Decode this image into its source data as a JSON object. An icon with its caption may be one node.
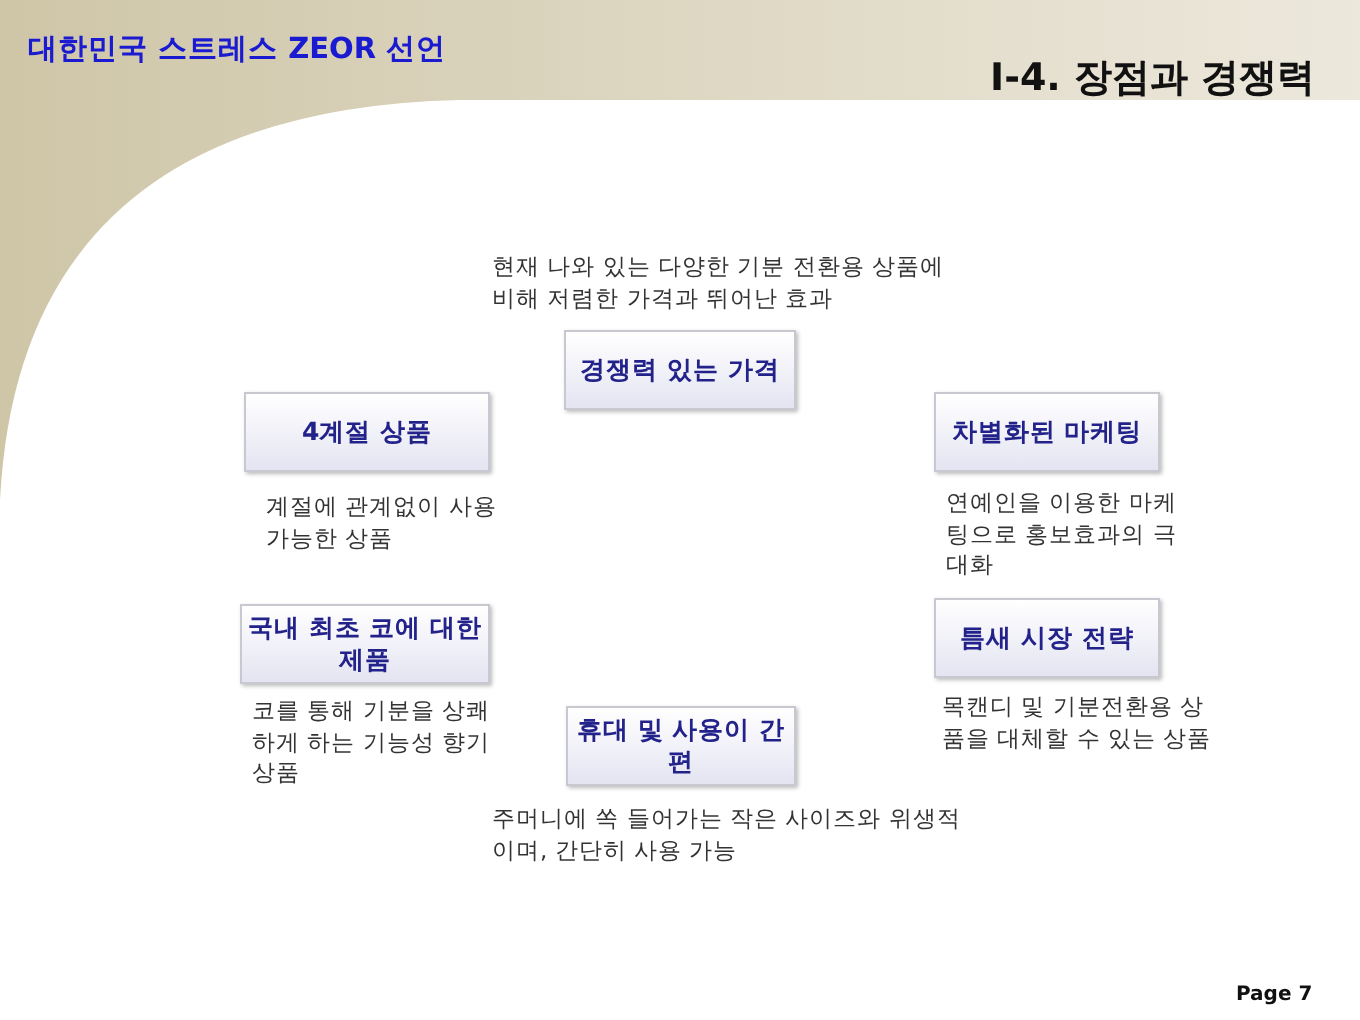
{
  "diagram": {
    "title": "I-4. 장점과 경쟁력",
    "nodes": [
      {
        "text": [
          "경쟁력 있는 가격"
        ],
        "beside": [
          "현재 나와 있는 다양한 기분 전환용 상품에 비해 저렴한 가격과 뛰어난 효과"
        ]
      },
      {
        "text": [
          "4계절 상품"
        ],
        "beside": [
          "계절에 관계없이 사용 가능한 상품"
        ]
      },
      {
        "text": [
          "차별화된 마케팅"
        ],
        "beside": [
          "연예인을 이용한 마케팅으로 홍보효과의 극대화"
        ]
      },
      {
        "text": [
          "국내 최초 코에 대한 제품"
        ],
        "beside": [
          "코를 통해 기분을 상쾌하게 하는 기능성 향기상품"
        ]
      },
      {
        "text": [
          "휴대 및 사용이 간편"
        ],
        "beside": [
          "주머니에 쏙 들어가는 작은 사이즈와 위생적이며, 간단히 사용 가능"
        ]
      },
      {
        "text": [
          "틈새 시장 전략"
        ],
        "beside": [
          "목캔디 및 기분전환용 상품을 대체할 수 있는 상품"
        ]
      }
    ],
    "labels": [
      "대한민국 스트레스 ZEOR 선언",
      "Page 7"
    ]
  }
}
